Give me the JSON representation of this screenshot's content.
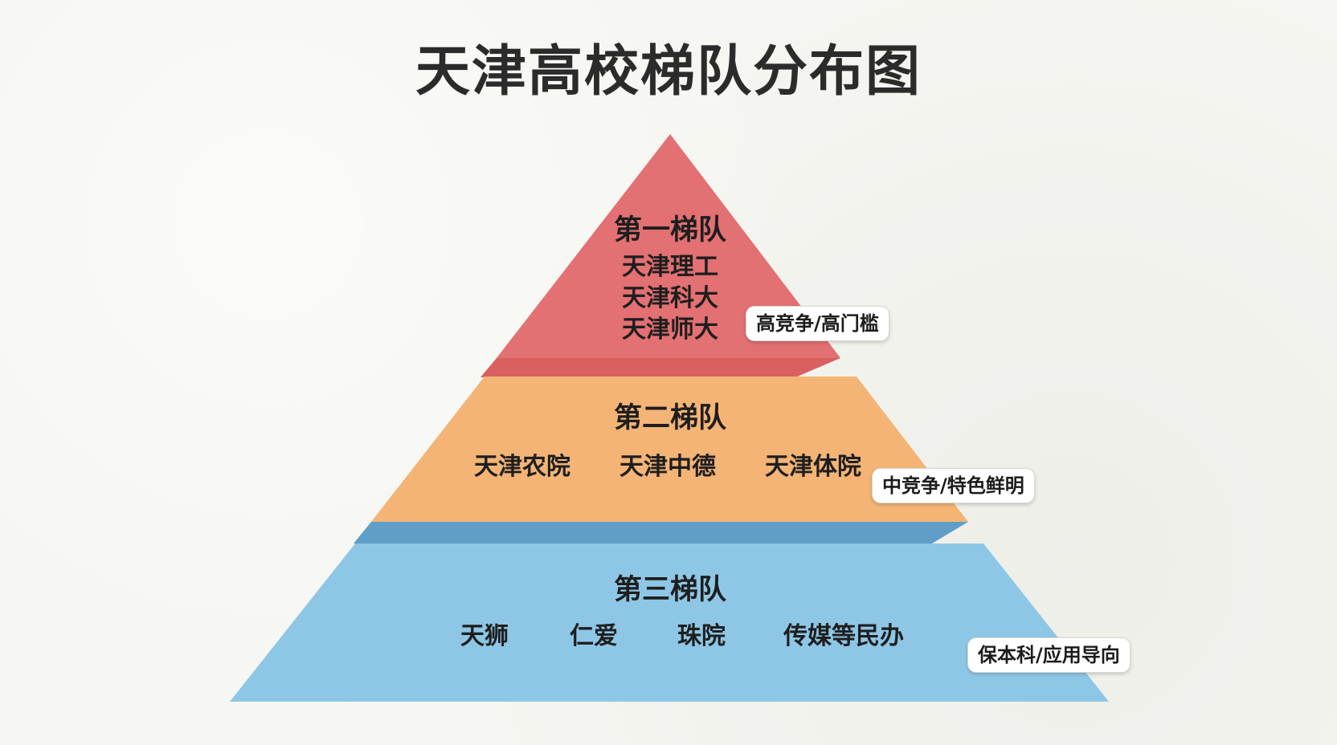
{
  "title": "天津高校梯队分布图",
  "colors": {
    "tier1": "#e37072",
    "tier1_shade": "#d9605f",
    "tier2": "#f4b476",
    "tier2_shade": "#e7a264",
    "tier3": "#8ec7e6",
    "tier3_shade": "#5f9ec7"
  },
  "tiers": [
    {
      "heading": "第一梯队",
      "items": [
        "天津理工",
        "天津科大",
        "天津师大"
      ],
      "tag": "高竞争/高门槛"
    },
    {
      "heading": "第二梯队",
      "items": [
        "天津农院",
        "天津中德",
        "天津体院"
      ],
      "tag": "中竞争/特色鲜明"
    },
    {
      "heading": "第三梯队",
      "items": [
        "天狮",
        "仁爱",
        "珠院",
        "传媒等民办"
      ],
      "tag": "保本科/应用导向"
    }
  ]
}
